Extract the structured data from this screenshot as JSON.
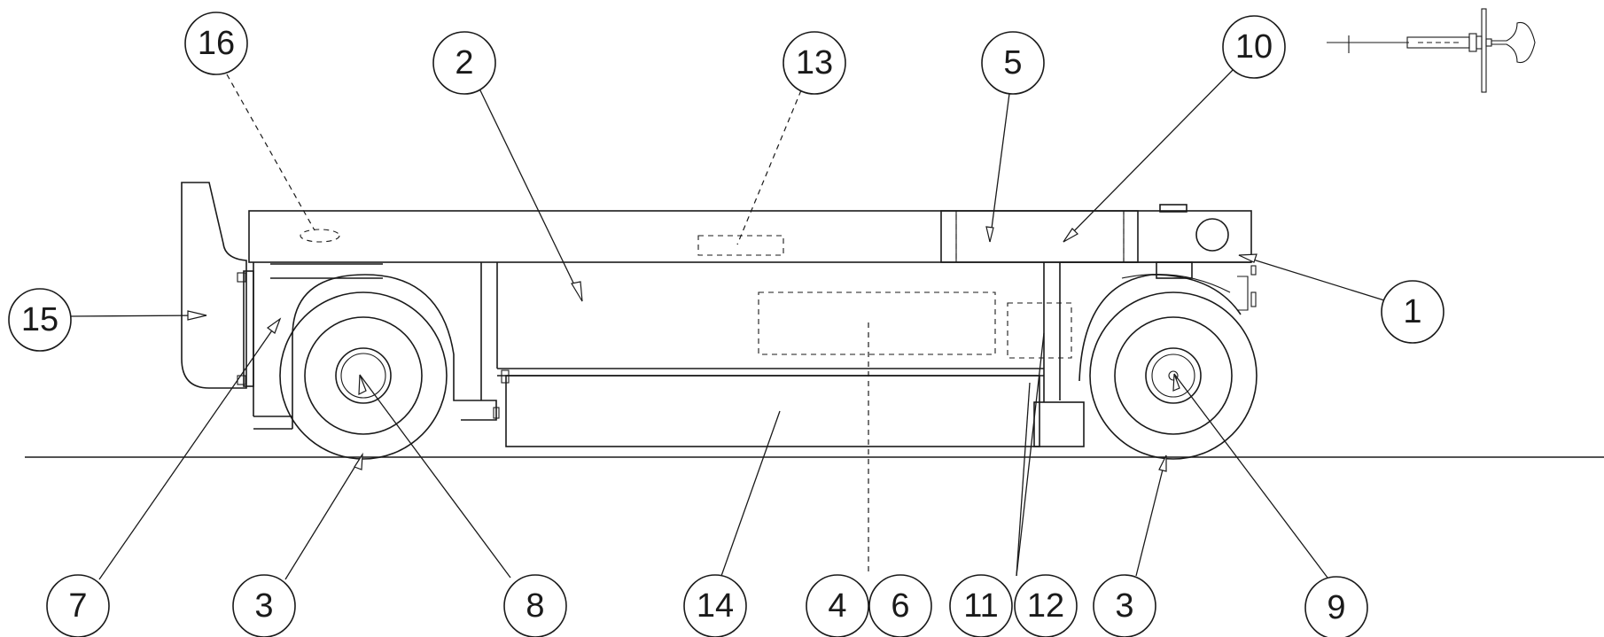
{
  "diagram": {
    "callouts": [
      {
        "id": "callout-16",
        "label": "16"
      },
      {
        "id": "callout-2",
        "label": "2"
      },
      {
        "id": "callout-13",
        "label": "13"
      },
      {
        "id": "callout-5",
        "label": "5"
      },
      {
        "id": "callout-10",
        "label": "10"
      },
      {
        "id": "callout-15",
        "label": "15"
      },
      {
        "id": "callout-1",
        "label": "1"
      },
      {
        "id": "callout-7",
        "label": "7"
      },
      {
        "id": "callout-3-front",
        "label": "3"
      },
      {
        "id": "callout-8",
        "label": "8"
      },
      {
        "id": "callout-14",
        "label": "14"
      },
      {
        "id": "callout-4",
        "label": "4"
      },
      {
        "id": "callout-6",
        "label": "6"
      },
      {
        "id": "callout-11",
        "label": "11"
      },
      {
        "id": "callout-12",
        "label": "12"
      },
      {
        "id": "callout-3-rear",
        "label": "3"
      },
      {
        "id": "callout-9",
        "label": "9"
      }
    ]
  }
}
